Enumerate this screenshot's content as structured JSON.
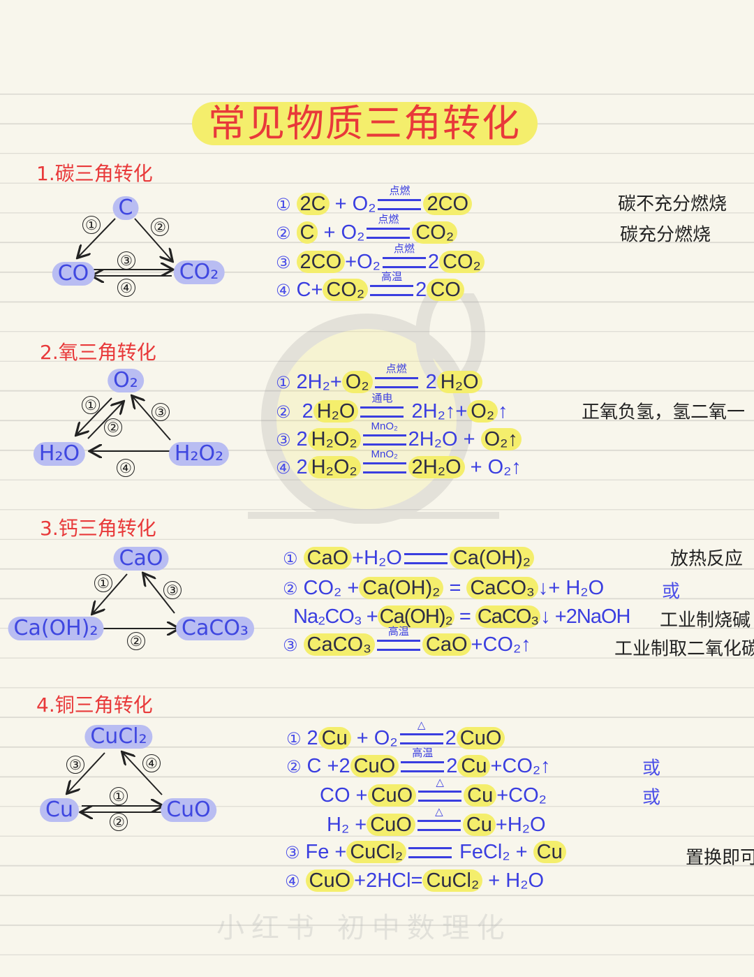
{
  "title": "常见物质三角转化",
  "watermark": "小红书 初中数理化",
  "colors": {
    "title": "#e8393a",
    "ink": "#3a3ee0",
    "highlight": "#f4ee6c",
    "node": "#b9bdf2"
  },
  "sections": [
    {
      "title": "1.碳三角转化",
      "nodes": [
        "C",
        "CO",
        "CO₂"
      ],
      "labels": [
        "①",
        "②",
        "③",
        "④"
      ],
      "equations": [
        {
          "num": "①",
          "parts": [
            {
              "t": "2C",
              "hl": true
            },
            {
              "t": " + O₂"
            },
            {
              "sign": true,
              "cond": "点燃"
            },
            {
              "t": "2CO",
              "hl": true
            }
          ]
        },
        {
          "num": "②",
          "parts": [
            {
              "t": "C",
              "hl": true
            },
            {
              "t": " + O₂"
            },
            {
              "sign": true,
              "cond": "点燃"
            },
            {
              "t": "CO₂",
              "hl": true
            }
          ]
        },
        {
          "num": "③",
          "parts": [
            {
              "t": "2CO",
              "hl": true
            },
            {
              "t": "+O₂"
            },
            {
              "sign": true,
              "cond": "点燃"
            },
            {
              "t": "2"
            },
            {
              "t": "CO₂",
              "hl": true
            }
          ]
        },
        {
          "num": "④",
          "parts": [
            {
              "t": "C+"
            },
            {
              "t": "CO₂",
              "hl": true
            },
            {
              "sign": true,
              "cond": "高温"
            },
            {
              "t": "2"
            },
            {
              "t": "CO",
              "hl": true
            }
          ]
        }
      ],
      "notes": [
        {
          "t": "碳不充分燃烧"
        },
        {
          "t": "碳充分燃烧"
        }
      ]
    },
    {
      "title": "2.氧三角转化",
      "nodes": [
        "O₂",
        "H₂O",
        "H₂O₂"
      ],
      "labels": [
        "①",
        "②",
        "③",
        "④"
      ],
      "equations": [
        {
          "num": "①",
          "parts": [
            {
              "t": "2H₂+"
            },
            {
              "t": "O₂",
              "hl": true
            },
            {
              "sign": true,
              "cond": "点燃"
            },
            {
              "t": " 2"
            },
            {
              "t": "H₂O",
              "hl": true
            }
          ]
        },
        {
          "num": "②",
          "parts": [
            {
              "t": " 2"
            },
            {
              "t": "H₂O",
              "hl": true
            },
            {
              "sign": true,
              "cond": "通电"
            },
            {
              "t": " 2H₂↑+"
            },
            {
              "t": "O₂",
              "hl": true
            },
            {
              "t": "↑"
            }
          ]
        },
        {
          "num": "③",
          "parts": [
            {
              "t": "2"
            },
            {
              "t": "H₂O₂",
              "hl": true
            },
            {
              "sign": true,
              "cond": "MnO₂"
            },
            {
              "t": "2H₂O + "
            },
            {
              "t": "O₂↑",
              "hl": true
            }
          ]
        },
        {
          "num": "④",
          "parts": [
            {
              "t": "2"
            },
            {
              "t": "H₂O₂",
              "hl": true
            },
            {
              "sign": true,
              "cond": "MnO₂"
            },
            {
              "t": "2H₂O",
              "hl": true
            },
            {
              "t": " + O₂↑"
            }
          ]
        }
      ],
      "notes": [
        {
          "t": "正氧负氢，氢二氧一"
        }
      ]
    },
    {
      "title": "3.钙三角转化",
      "nodes": [
        "CaO",
        "Ca(OH)₂",
        "CaCO₃"
      ],
      "labels": [
        "①",
        "③",
        "②"
      ],
      "equations": [
        {
          "num": "①",
          "parts": [
            {
              "t": "CaO",
              "hl": true
            },
            {
              "t": "+H₂O"
            },
            {
              "sign": true,
              "cond": ""
            },
            {
              "t": "Ca(OH)₂",
              "hl": true
            }
          ]
        },
        {
          "num": "②",
          "parts": [
            {
              "t": "CO₂ +"
            },
            {
              "t": "Ca(OH)₂",
              "hl": true
            },
            {
              "t": " = "
            },
            {
              "t": "CaCO₃",
              "hl": true
            },
            {
              "t": "↓+ H₂O"
            }
          ]
        },
        {
          "num": "",
          "parts": [
            {
              "t": "Na₂CO₃ +"
            },
            {
              "t": "Ca(OH)₂",
              "hl": true
            },
            {
              "t": " = "
            },
            {
              "t": "CaCO₃",
              "hl": true
            },
            {
              "t": "↓ +2NaOH"
            }
          ]
        },
        {
          "num": "③",
          "parts": [
            {
              "t": "CaCO₃",
              "hl": true
            },
            {
              "sign": true,
              "cond": "高温"
            },
            {
              "t": "CaO",
              "hl": true
            },
            {
              "t": "+CO₂↑"
            }
          ]
        }
      ],
      "notes": [
        {
          "t": "放热反应"
        },
        {
          "t": "或",
          "blue": true
        },
        {
          "t": "工业制烧碱"
        },
        {
          "t": "工业制取二氧化碳"
        }
      ]
    },
    {
      "title": "4.铜三角转化",
      "nodes": [
        "CuCl₂",
        "Cu",
        "CuO"
      ],
      "labels": [
        "③",
        "④",
        "①",
        "②"
      ],
      "equations": [
        {
          "num": "①",
          "parts": [
            {
              "t": "2"
            },
            {
              "t": "Cu",
              "hl": true
            },
            {
              "t": " + O₂"
            },
            {
              "sign": true,
              "cond": "△"
            },
            {
              "t": "2"
            },
            {
              "t": "CuO",
              "hl": true
            }
          ]
        },
        {
          "num": "②",
          "parts": [
            {
              "t": "C +2"
            },
            {
              "t": "CuO",
              "hl": true
            },
            {
              "sign": true,
              "cond": "高温"
            },
            {
              "t": "2"
            },
            {
              "t": "Cu",
              "hl": true
            },
            {
              "t": "+CO₂↑"
            }
          ]
        },
        {
          "num": "",
          "parts": [
            {
              "t": "CO +"
            },
            {
              "t": "CuO",
              "hl": true
            },
            {
              "sign": true,
              "cond": "△"
            },
            {
              "t": "Cu",
              "hl": true
            },
            {
              "t": "+CO₂"
            }
          ]
        },
        {
          "num": "",
          "parts": [
            {
              "t": "H₂ +"
            },
            {
              "t": "CuO",
              "hl": true
            },
            {
              "sign": true,
              "cond": "△"
            },
            {
              "t": "Cu",
              "hl": true
            },
            {
              "t": "+H₂O"
            }
          ]
        },
        {
          "num": "③",
          "parts": [
            {
              "t": "Fe +"
            },
            {
              "t": "CuCl₂",
              "hl": true
            },
            {
              "sign": true,
              "cond": ""
            },
            {
              "t": " FeCl₂ + "
            },
            {
              "t": "Cu",
              "hl": true
            }
          ]
        },
        {
          "num": "④",
          "parts": [
            {
              "t": "CuO",
              "hl": true
            },
            {
              "t": "+2HCl="
            },
            {
              "t": "CuCl₂",
              "hl": true
            },
            {
              "t": " + H₂O"
            }
          ]
        }
      ],
      "notes": [
        {
          "t": "或",
          "blue": true
        },
        {
          "t": "或",
          "blue": true
        },
        {
          "t": "置换即可"
        }
      ]
    }
  ]
}
